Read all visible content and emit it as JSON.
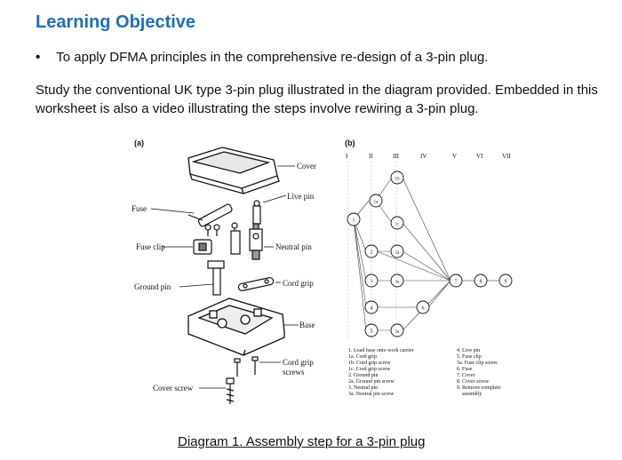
{
  "heading": "Learning Objective",
  "bullet": "To apply DFMA principles in the comprehensive re-design of a 3-pin plug.",
  "paragraph": "Study the conventional UK type 3-pin plug illustrated in the diagram provided. Embedded in this worksheet is also a video illustrating the steps involve rewiring a 3-pin plug.",
  "diagram_a": {
    "tag": "(a)",
    "labels": {
      "cover": "Cover",
      "live_pin": "Live pin",
      "fuse": "Fuse",
      "fuse_clip": "Fuse clip",
      "neutral_pin": "Neutral pin",
      "ground_pin": "Ground pin",
      "cord_grip": "Cord grip",
      "base": "Base",
      "cord_grip_screws_1": "Cord grip",
      "cord_grip_screws_2": "screws",
      "cover_screw": "Cover screw"
    }
  },
  "diagram_b": {
    "tag": "(b)",
    "columns": [
      "I",
      "II",
      "III",
      "IV",
      "V",
      "VI",
      "VII"
    ],
    "nodes": {
      "n1": "1",
      "n1a": "1a",
      "n1b": "1b",
      "n1c": "1c",
      "n2": "2",
      "n2a": "2a",
      "n3": "3",
      "n3a": "3a",
      "n4": "4",
      "n5": "5",
      "n5a": "5a",
      "n6": "6",
      "n7": "7",
      "n8": "8",
      "n9": "9"
    },
    "legend_left": [
      "1. Load base onto work carrier",
      "1a. Cord grip",
      "1b. Cord grip screw",
      "1c. Cord grip screw",
      "2. Ground pin",
      "2a. Ground pin screw",
      "3. Neutral pin",
      "3a. Neutral pin screw"
    ],
    "legend_right": [
      "4. Live pin",
      "5. Fuse clip",
      "5a. Fuse clip screw",
      "6. Fuse",
      "7. Cover",
      "8. Cover screw",
      "9. Remove complete",
      "assembly"
    ]
  },
  "caption": "Diagram 1. Assembly step for a 3-pin plug"
}
